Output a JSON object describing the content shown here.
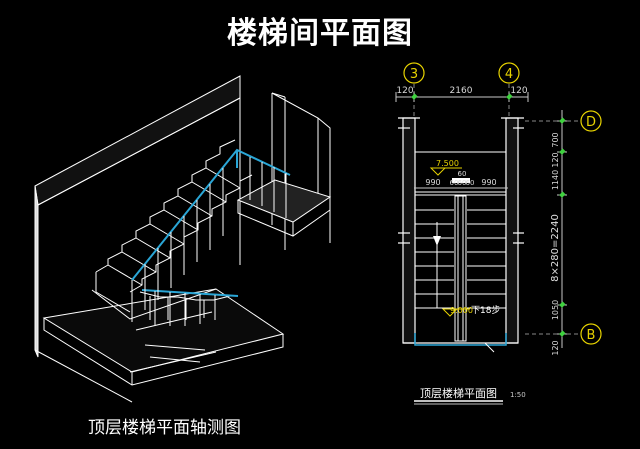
{
  "title": "楼梯间平面图",
  "axonometric_caption": "顶层楼梯平面轴测图",
  "plan": {
    "axis_left": "3",
    "axis_right": "4",
    "axis_top_row": "D",
    "axis_bottom_row": "B",
    "dim_top_left": "120",
    "dim_top_mid": "2160",
    "dim_top_right": "120",
    "dim_right_top1": "700",
    "dim_right_top2": "120",
    "dim_right_mid": "1140",
    "dim_right_run": "8×280=2240",
    "dim_right_low": "1050",
    "dim_right_bottom": "120",
    "elev_top": "7.500",
    "dim_60_upper": "60",
    "dim_flight_left": "990",
    "dim_well_left": "60",
    "dim_well_mid": "60",
    "dim_well_right": "60",
    "dim_flight_right": "990",
    "elev_bottom": "9.000",
    "down_label": "下18步",
    "plan_caption": "顶层楼梯平面图",
    "scale": "1:50"
  },
  "colors": {
    "background": "#000000",
    "lines": "#ffffff",
    "rail": "#2aa6d6",
    "dim": "#c9c9c9",
    "axis_circle": "#e6d200",
    "dim_tick": "#3fd13f",
    "elev": "#e6d200"
  }
}
